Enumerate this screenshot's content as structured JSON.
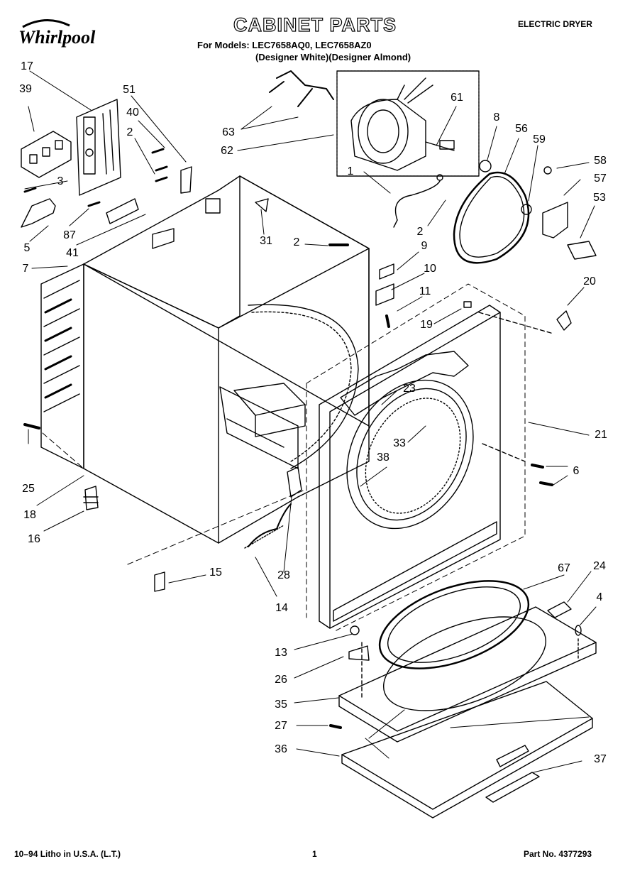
{
  "header": {
    "brand": "Whirlpool",
    "title": "CABINET PARTS",
    "product_type": "ELECTRIC DRYER",
    "models": "For Models: LEC7658AQ0, LEC7658AZ0",
    "colors": "(Designer White)(Designer Almond)"
  },
  "icons": {
    "logo": "whirlpool-logo-icon"
  },
  "callouts": [
    {
      "num": "17"
    },
    {
      "num": "39"
    },
    {
      "num": "51"
    },
    {
      "num": "40"
    },
    {
      "num": "2"
    },
    {
      "num": "3"
    },
    {
      "num": "87"
    },
    {
      "num": "5"
    },
    {
      "num": "41"
    },
    {
      "num": "7"
    },
    {
      "num": "31"
    },
    {
      "num": "2"
    },
    {
      "num": "63"
    },
    {
      "num": "62"
    },
    {
      "num": "1"
    },
    {
      "num": "2"
    },
    {
      "num": "61"
    },
    {
      "num": "8"
    },
    {
      "num": "56"
    },
    {
      "num": "59"
    },
    {
      "num": "58"
    },
    {
      "num": "57"
    },
    {
      "num": "53"
    },
    {
      "num": "9"
    },
    {
      "num": "10"
    },
    {
      "num": "11"
    },
    {
      "num": "19"
    },
    {
      "num": "20"
    },
    {
      "num": "21"
    },
    {
      "num": "23"
    },
    {
      "num": "33"
    },
    {
      "num": "38"
    },
    {
      "num": "6"
    },
    {
      "num": "25"
    },
    {
      "num": "18"
    },
    {
      "num": "16"
    },
    {
      "num": "15"
    },
    {
      "num": "28"
    },
    {
      "num": "14"
    },
    {
      "num": "67"
    },
    {
      "num": "24"
    },
    {
      "num": "4"
    },
    {
      "num": "13"
    },
    {
      "num": "26"
    },
    {
      "num": "35"
    },
    {
      "num": "27"
    },
    {
      "num": "36"
    },
    {
      "num": "37"
    }
  ],
  "footer": {
    "print_info": "10–94 Litho in U.S.A. (L.T.)",
    "page": "1",
    "part_no": "Part No. 4377293"
  }
}
